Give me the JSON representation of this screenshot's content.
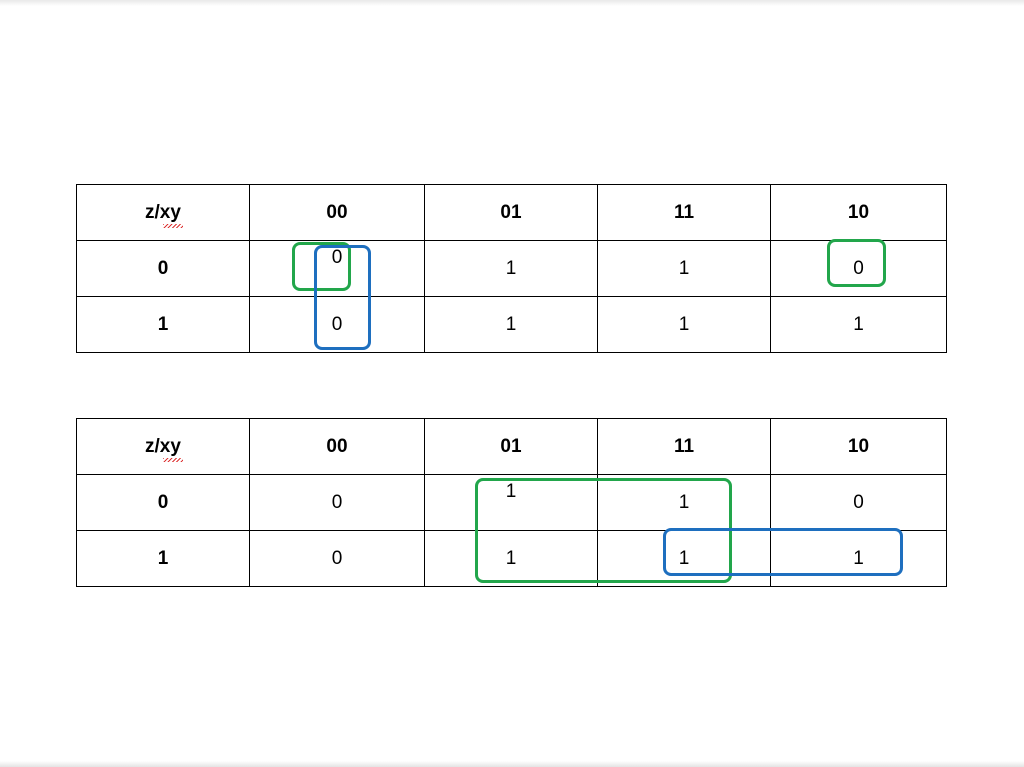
{
  "kmaps": [
    {
      "corner_label": "z/xy",
      "column_headers": [
        "00",
        "01",
        "11",
        "10"
      ],
      "rows": [
        {
          "z": "0",
          "cells": [
            "0",
            "1",
            "1",
            "0"
          ]
        },
        {
          "z": "1",
          "cells": [
            "0",
            "1",
            "1",
            "1"
          ]
        }
      ],
      "groups": [
        {
          "color": "green",
          "cells": [
            [
              0,
              "00"
            ]
          ]
        },
        {
          "color": "blue",
          "cells": [
            [
              0,
              "00"
            ],
            [
              1,
              "00"
            ]
          ]
        },
        {
          "color": "green",
          "cells": [
            [
              0,
              "10"
            ]
          ]
        }
      ]
    },
    {
      "corner_label": "z/xy",
      "column_headers": [
        "00",
        "01",
        "11",
        "10"
      ],
      "rows": [
        {
          "z": "0",
          "cells": [
            "0",
            "1",
            "1",
            "0"
          ]
        },
        {
          "z": "1",
          "cells": [
            "0",
            "1",
            "1",
            "1"
          ]
        }
      ],
      "groups": [
        {
          "color": "green",
          "cells": [
            [
              0,
              "01"
            ],
            [
              0,
              "11"
            ],
            [
              1,
              "01"
            ],
            [
              1,
              "11"
            ]
          ]
        },
        {
          "color": "blue",
          "cells": [
            [
              1,
              "11"
            ],
            [
              1,
              "10"
            ]
          ]
        }
      ]
    }
  ],
  "colors": {
    "group_green": "#22a64b",
    "group_blue": "#1e6fbf",
    "grid": "#000000"
  }
}
